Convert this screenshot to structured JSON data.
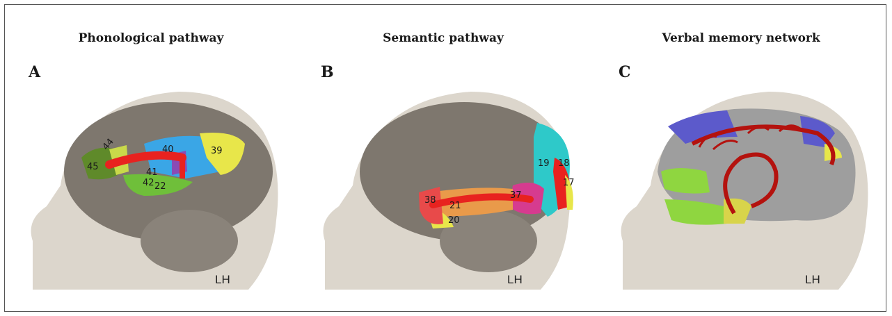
{
  "panels": [
    {
      "letter": "A",
      "title": "Phonological pathway",
      "hemisphere": "LH",
      "areas": [
        "44",
        "45",
        "40",
        "39",
        "41",
        "42",
        "22"
      ]
    },
    {
      "letter": "B",
      "title": "Semantic pathway",
      "hemisphere": "LH",
      "areas": [
        "19",
        "18",
        "17",
        "38",
        "21",
        "20",
        "37"
      ]
    },
    {
      "letter": "C",
      "title": "Verbal memory network",
      "hemisphere": "LH",
      "areas": []
    }
  ],
  "colors": {
    "head": "#d9d3c8",
    "brain": "#7e776e",
    "tract": "#e8221f",
    "green": "#6fbf3a",
    "blue": "#3aa6e6",
    "yellow": "#e8e64a",
    "cyan": "#2ec9c9",
    "magenta": "#d63b8f",
    "orange": "#e99a4a",
    "violet": "#5c5acb"
  }
}
